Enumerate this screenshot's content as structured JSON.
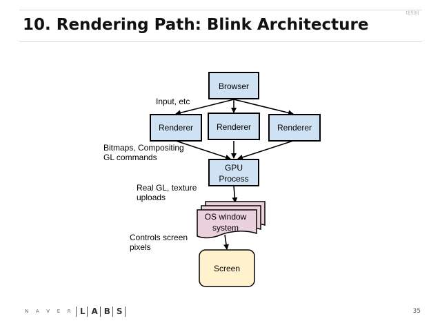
{
  "slide": {
    "title": "10. Rendering Path: Blink Architecture",
    "tag": "대외비",
    "page_number": "35"
  },
  "logo": {
    "naver": "N A V E R",
    "labs_letters": [
      "L",
      "A",
      "B",
      "S"
    ]
  },
  "diagram": {
    "nodes": {
      "browser": "Browser",
      "renderer_left": "Renderer",
      "renderer_center": "Renderer",
      "renderer_right": "Renderer",
      "gpu_process_line1": "GPU",
      "gpu_process_line2": "Process",
      "os_window_line1": "OS window",
      "os_window_line2": "system",
      "screen": "Screen"
    },
    "edge_labels": {
      "input": "Input, etc",
      "bitmaps_line1": "Bitmaps, Compositing",
      "bitmaps_line2": "GL commands",
      "realgl_line1": "Real GL, texture",
      "realgl_line2": "uploads",
      "controls_line1": "Controls screen",
      "controls_line2": "pixels"
    },
    "colors": {
      "process_fill": "#cfe2f3",
      "os_window_fill": "#ead1dc",
      "screen_fill": "#fff2cc",
      "stroke": "#000000"
    }
  }
}
